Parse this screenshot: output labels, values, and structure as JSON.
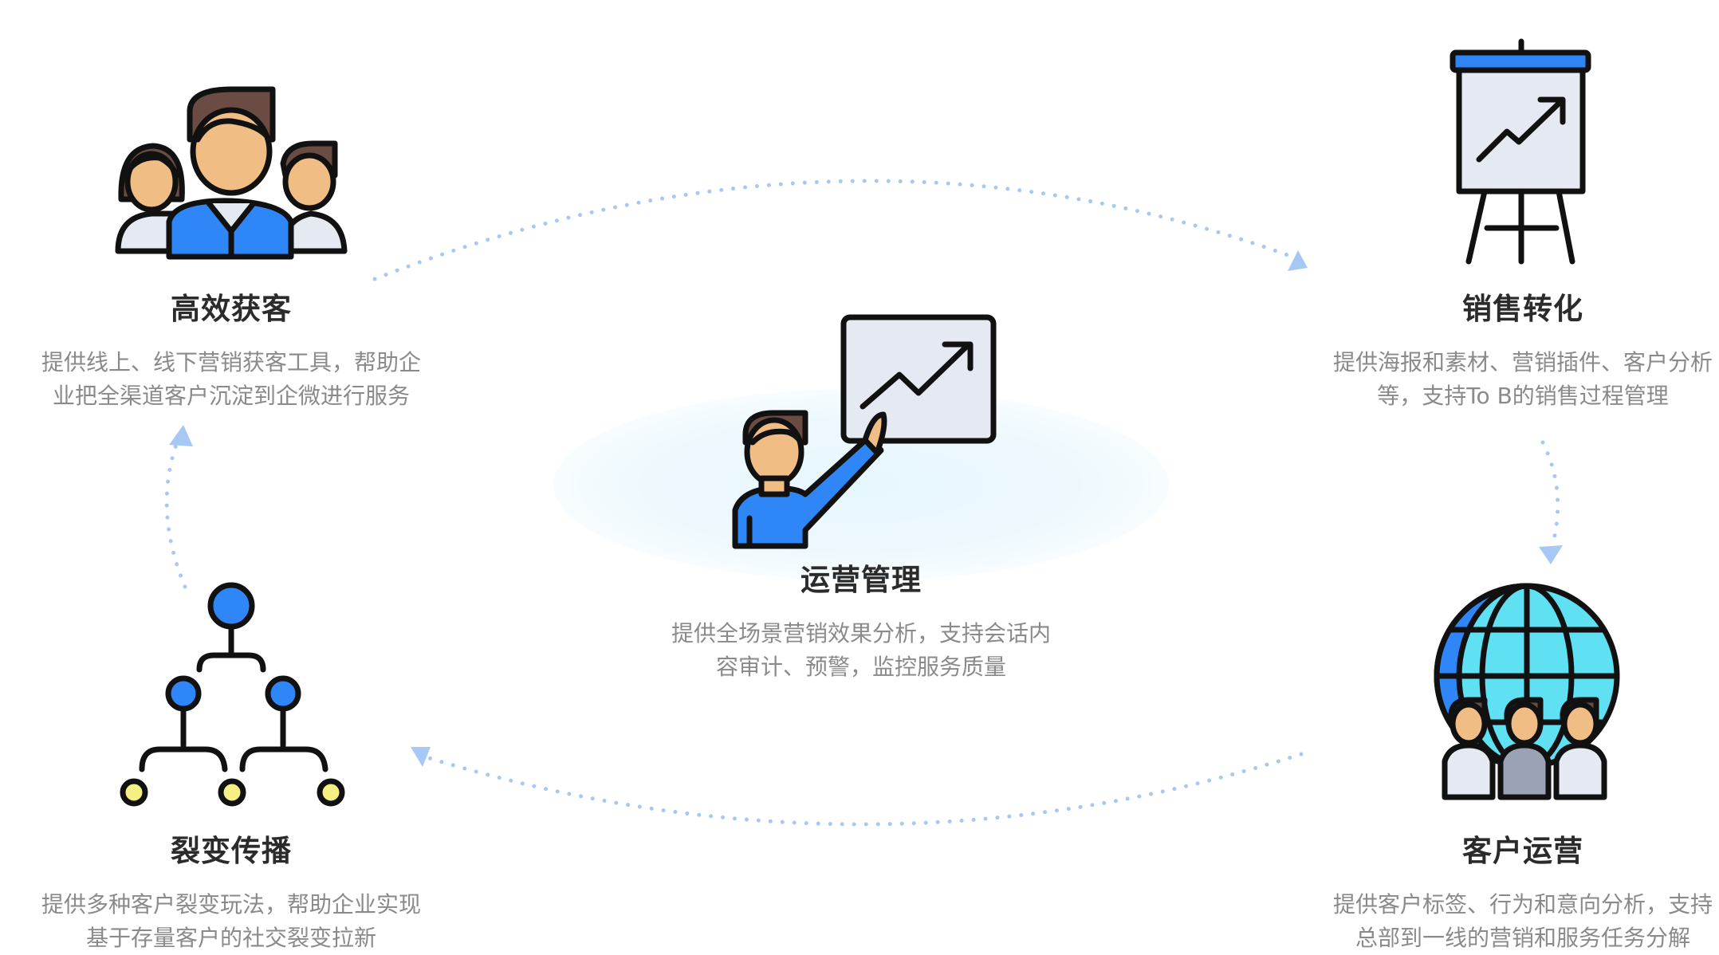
{
  "center": {
    "title": "运营管理",
    "desc_lines": [
      "提供全场景营销效果分析，支持会话内",
      "容审计、预警，监控服务质量"
    ],
    "icon": "presenter-chart-icon"
  },
  "nodes": {
    "acquisition": {
      "title": "高效获客",
      "desc_lines": [
        "提供线上、线下营销获客工具，帮助企",
        "业把全渠道客户沉淀到企微进行服务"
      ],
      "icon": "team-icon"
    },
    "conversion": {
      "title": "销售转化",
      "desc_lines": [
        "提供海报和素材、营销插件、客户分析",
        "等，支持To B的销售过程管理"
      ],
      "icon": "growth-board-icon"
    },
    "operation": {
      "title": "客户运营",
      "desc_lines": [
        "提供客户标签、行为和意向分析，支持",
        "总部到一线的营销和服务任务分解"
      ],
      "icon": "global-customers-icon"
    },
    "fission": {
      "title": "裂变传播",
      "desc_lines": [
        "提供多种客户裂变玩法，帮助企业实现",
        "基于存量客户的社交裂变拉新"
      ],
      "icon": "network-tree-icon"
    }
  },
  "colors": {
    "arrow": "#a7c8f5",
    "blue": "#2f86f6",
    "skin": "#f0bd84",
    "hair": "#6b4c44",
    "outline": "#111111",
    "board": "#e4e9f2",
    "globe": "#5fe0f3",
    "yellow": "#f6ef84",
    "title": "#2b2b2b",
    "desc": "#8a8a8a"
  }
}
